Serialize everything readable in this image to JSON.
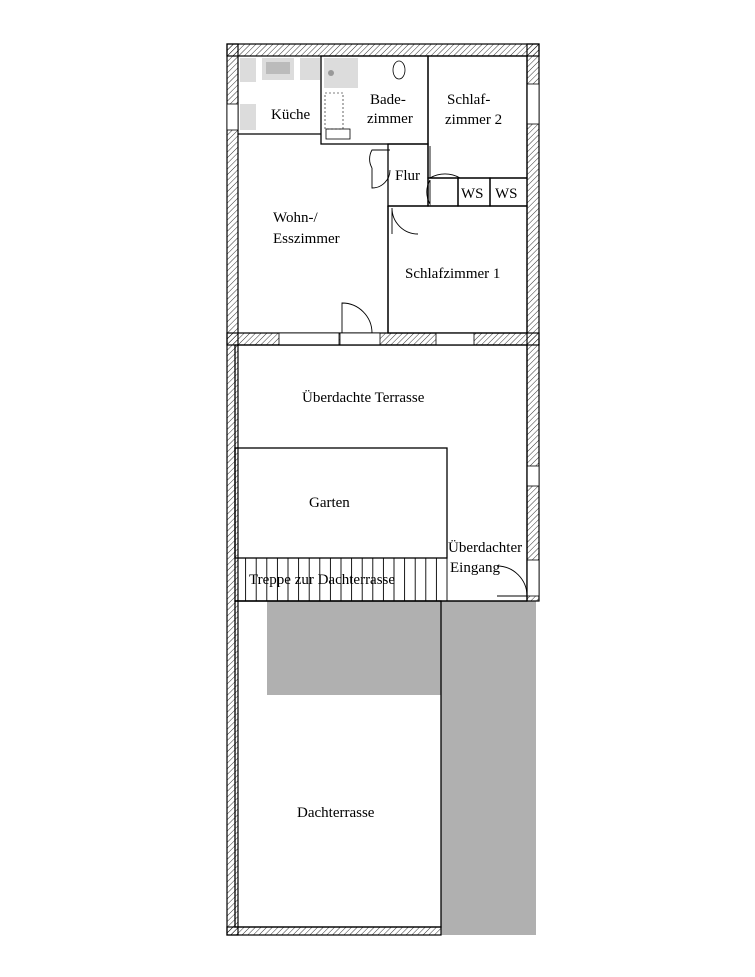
{
  "rooms": {
    "kueche": "Küche",
    "bad_line1": "Bade-",
    "bad_line2": "zimmer",
    "schlaf2_line1": "Schlaf-",
    "schlaf2_line2": "zimmer 2",
    "flur": "Flur",
    "ws1": "WS",
    "ws2": "WS",
    "wohn_line1": "Wohn-/",
    "wohn_line2": "Esszimmer",
    "schlaf1": "Schlafzimmer 1",
    "terrasse": "Überdachte Terrasse",
    "garten": "Garten",
    "eingang_line1": "Überdachter",
    "eingang_line2": "Eingang",
    "treppe": "Treppe zur Dachterrasse",
    "dachterrasse": "Dachterrasse"
  },
  "colors": {
    "wall": "#000000",
    "shaded_area": "#b0b0b0",
    "fixture": "#dcdcdc",
    "background": "#ffffff"
  }
}
